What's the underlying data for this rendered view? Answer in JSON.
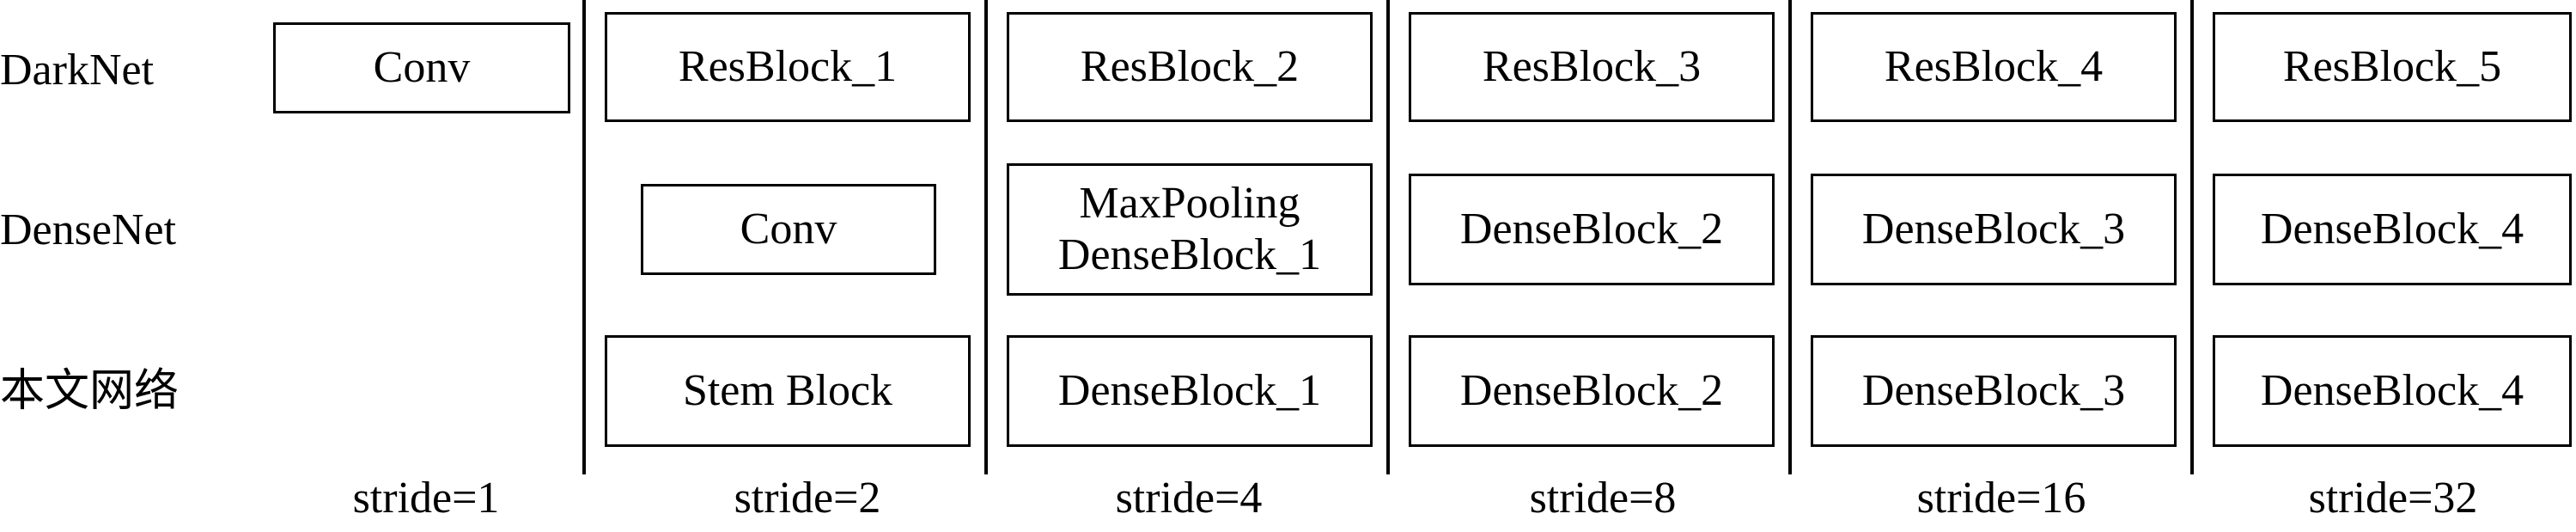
{
  "rows": [
    {
      "label": "DarkNet"
    },
    {
      "label": "DenseNet"
    },
    {
      "label": "本文网络"
    }
  ],
  "darknet": [
    "Conv",
    "ResBlock_1",
    "ResBlock_2",
    "ResBlock_3",
    "ResBlock_4",
    "ResBlock_5"
  ],
  "densenet": [
    "Conv",
    "MaxPooling\nDenseBlock_1",
    "DenseBlock_2",
    "DenseBlock_3",
    "DenseBlock_4"
  ],
  "ours": [
    "Stem Block",
    "DenseBlock_1",
    "DenseBlock_2",
    "DenseBlock_3",
    "DenseBlock_4"
  ],
  "strides": [
    "stride=1",
    "stride=2",
    "stride=4",
    "stride=8",
    "stride=16",
    "stride=32"
  ]
}
